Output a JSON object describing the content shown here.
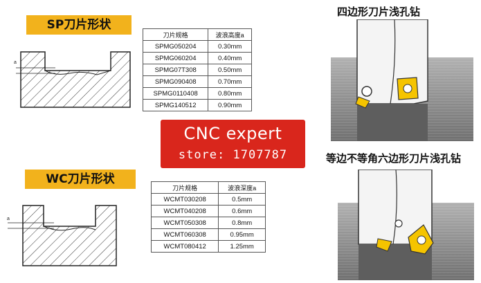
{
  "sp": {
    "badge": "SP刀片形状",
    "dim_label": "a",
    "headers": [
      "刀片规格",
      "波浪高度a"
    ],
    "rows": [
      [
        "SPMG050204",
        "0.30mm"
      ],
      [
        "SPMG060204",
        "0.40mm"
      ],
      [
        "SPMG07T308",
        "0.50mm"
      ],
      [
        "SPMG090408",
        "0.70mm"
      ],
      [
        "SPMG0110408",
        "0.80mm"
      ],
      [
        "SPMG140512",
        "0.90mm"
      ]
    ]
  },
  "wc": {
    "badge": "WC刀片形状",
    "dim_label": "a",
    "headers": [
      "刀片规格",
      "波浪深度a"
    ],
    "rows": [
      [
        "WCMT030208",
        "0.5mm"
      ],
      [
        "WCMT040208",
        "0.6mm"
      ],
      [
        "WCMT050308",
        "0.8mm"
      ],
      [
        "WCMT060308",
        "0.95mm"
      ],
      [
        "WCMT080412",
        "1.25mm"
      ]
    ]
  },
  "drill_titles": {
    "square": "四边形刀片浅孔钻",
    "hex": "等边不等角六边形刀片浅孔钻"
  },
  "watermark": {
    "line1": "CNC expert",
    "line2": "store: 1707787"
  },
  "colors": {
    "badge": "#f2b21c",
    "watermark": "#d9261c",
    "insert": "#f5c400",
    "metal": "#8a8a8a"
  }
}
